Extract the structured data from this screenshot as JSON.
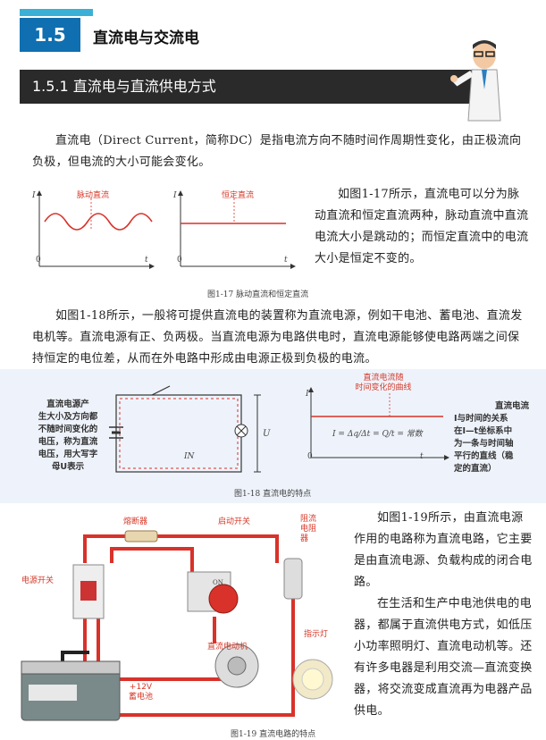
{
  "header": {
    "section_number": "1.5",
    "section_title": "直流电与交流电",
    "subsection_title": "1.5.1  直流电与直流供电方式"
  },
  "paragraphs": {
    "p1": "直流电（Direct Current，简称DC）是指电流方向不随时间作周期性变化，由正极流向负极，但电流的大小可能会变化。",
    "p2": "如图1-17所示，直流电可以分为脉动直流和恒定直流两种，脉动直流中直流电流大小是跳动的；而恒定直流中的电流大小是恒定不变的。",
    "p3": "如图1-18所示，一般将可提供直流电的装置称为直流电源，例如干电池、蓄电池、直流发电机等。直流电源有正、负两极。当直流电源为电路供电时，直流电源能够使电路两端之间保持恒定的电位差，从而在外电路中形成由电源正极到负极的电流。",
    "p4": "如图1-19所示，由直流电源作用的电路称为直流电路，它主要是由直流电源、负载构成的闭合电路。",
    "p5": "在生活和生产中电池供电的电器，都属于直流供电方式，如低压小功率照明灯、直流电动机等。还有许多电器是利用交流—直流变换器，将交流变成直流再为电器产品供电。"
  },
  "fig17": {
    "caption": "图1-17   脉动直流和恒定直流",
    "left_label": "脉动直流",
    "right_label": "恒定直流",
    "axis_i": "I",
    "axis_t": "t",
    "origin": "0"
  },
  "fig18": {
    "caption": "图1-18   直流电的特点",
    "left_note": [
      "直流电源产",
      "生大小及方向都",
      "不随时间变化的",
      "电压，称为直流",
      "电压，用大写字",
      "母U表示"
    ],
    "u_label": "U",
    "in_label": "IN",
    "top_note": [
      "直流电流随",
      "时间变化的曲线"
    ],
    "formula": "I = Δq/Δt = Q/t = 常数",
    "right_note": [
      "直流电流",
      "I与时间的关系",
      "在I—t坐标系中",
      "为一条与时间轴",
      "平行的直线（稳",
      "定的直流）"
    ],
    "axis_i": "I",
    "axis_t": "t",
    "origin": "0"
  },
  "fig19": {
    "caption": "图1-19   直流电路的特点",
    "fuse": "熔断器",
    "start_switch": "启动开关",
    "resistor": "阻流电阻器",
    "power_switch": "电源开关",
    "motor": "直流电动机",
    "lamp": "指示灯",
    "battery": "+12V\n蓄电池",
    "on_label": "ON"
  },
  "colors": {
    "accent_blue": "#0f6fb0",
    "wire_red": "#d8322a",
    "header_dark": "#2a2a2a"
  }
}
